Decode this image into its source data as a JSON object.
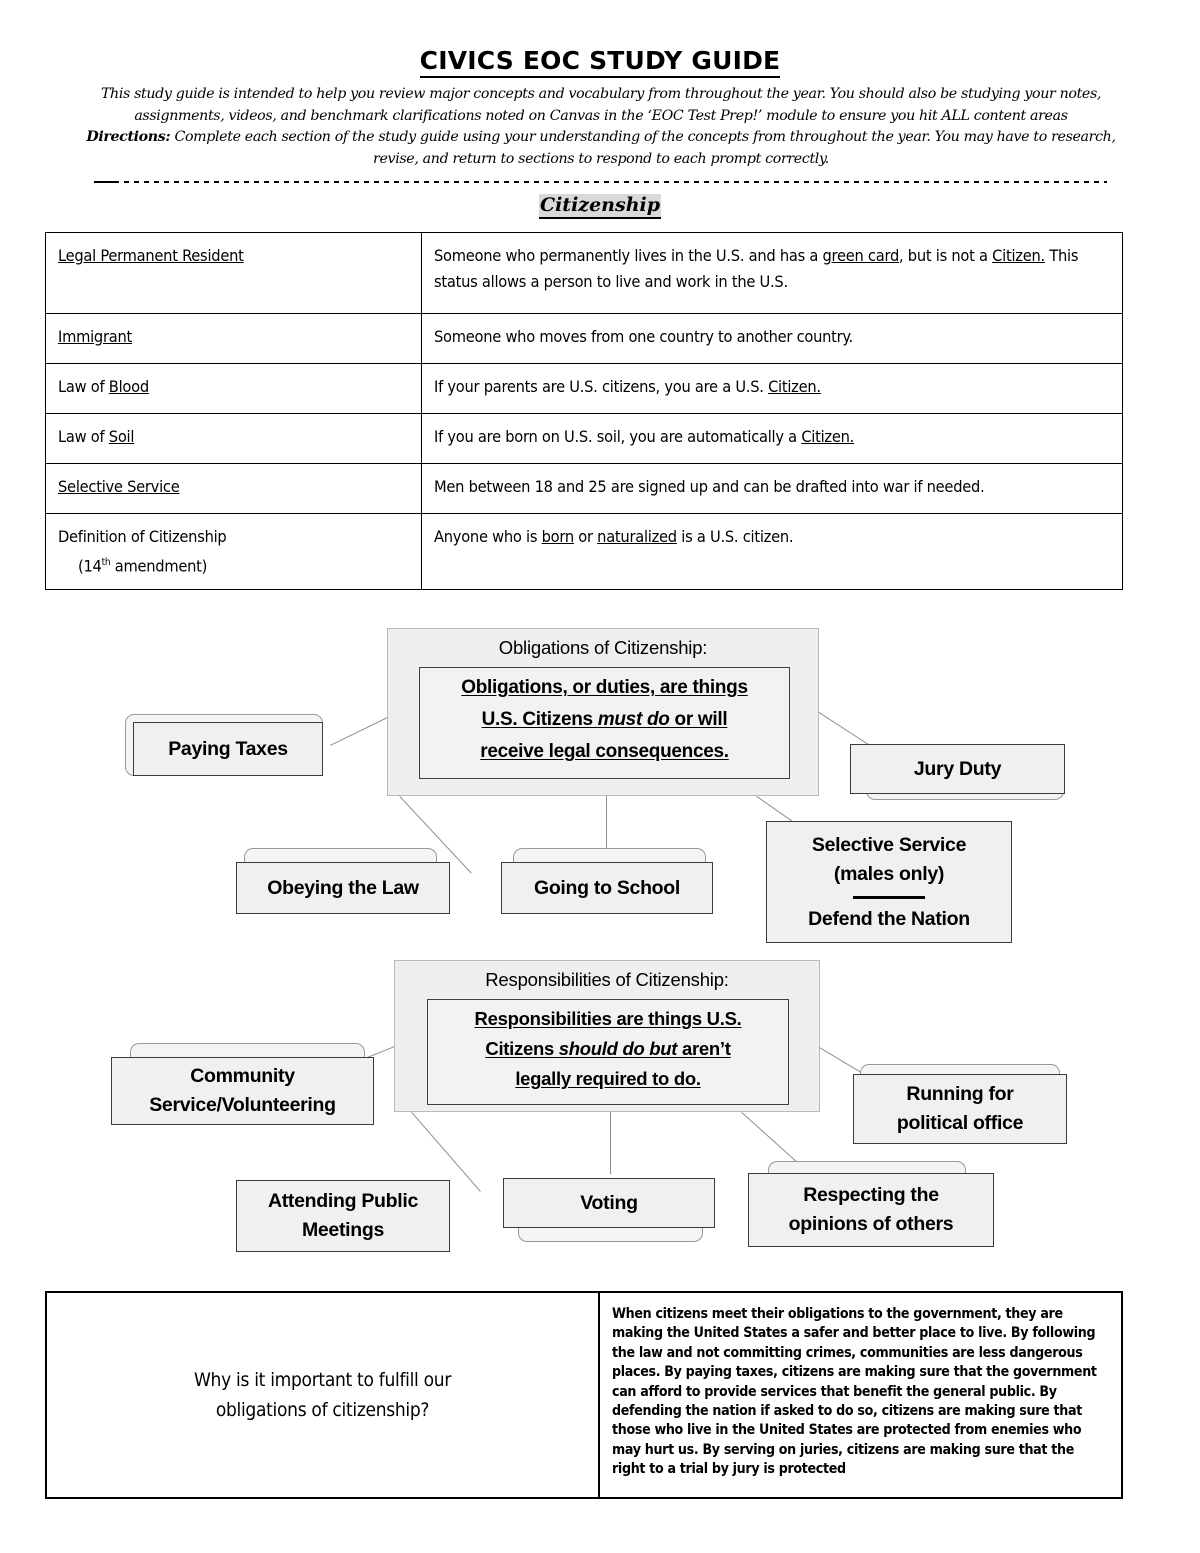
{
  "document": {
    "title": "CIVICS EOC STUDY GUIDE",
    "intro_line1": "This study guide is intended to help you review major concepts and vocabulary from throughout the year. You should also be studying your notes,",
    "intro_line2": "assignments, videos, and benchmark clarifications noted on Canvas in the ‘EOC Test Prep!’ module to ensure you hit ALL content areas",
    "directions_label": "Directions:",
    "directions_text": " Complete each section of the study guide using your understanding of the concepts from throughout the year. You may have to research,",
    "directions_line2": "revise, and return to sections to respond to each prompt correctly.",
    "section_heading": "Citizenship"
  },
  "vocab_table": {
    "rows": [
      {
        "term": "Legal Permanent Resident",
        "term_underline": true,
        "definition_parts": [
          {
            "t": "Someone who permanently lives in the U.S. and has a ",
            "u": false
          },
          {
            "t": "green card",
            "u": true
          },
          {
            "t": ", but is not a ",
            "u": false
          },
          {
            "t": "Citizen.",
            "u": true
          },
          {
            "t": " This status allows a person to live and work in the U.S.",
            "u": false
          }
        ]
      },
      {
        "term": "Immigrant",
        "term_underline": true,
        "definition_parts": [
          {
            "t": "Someone who moves from one country to another country.",
            "u": false
          }
        ]
      },
      {
        "term_prefix": "Law of ",
        "term_underlined_word": "Blood",
        "definition_parts": [
          {
            "t": "If your parents are U.S. citizens, you are a U.S. ",
            "u": false
          },
          {
            "t": "Citizen.",
            "u": true
          }
        ]
      },
      {
        "term_prefix": "Law of ",
        "term_underlined_word": "Soil",
        "definition_parts": [
          {
            "t": "If you are born on U.S. soil, you are automatically a ",
            "u": false
          },
          {
            "t": "Citizen.",
            "u": true
          }
        ]
      },
      {
        "term": "Selective Service",
        "term_underline": true,
        "definition_parts": [
          {
            "t": "Men between 18 and 25 are signed up and can be drafted into war if needed.",
            "u": false
          }
        ]
      },
      {
        "term_line1": "Definition of Citizenship",
        "term_line2": "(14th amendment)",
        "definition_parts": [
          {
            "t": "Anyone who is ",
            "u": false
          },
          {
            "t": "born",
            "u": true
          },
          {
            "t": " or ",
            "u": false
          },
          {
            "t": "naturalized",
            "u": true
          },
          {
            "t": " is a U.S. citizen.",
            "u": false
          }
        ]
      }
    ]
  },
  "diagram_obligations": {
    "panel_title": "Obligations of Citizenship:",
    "center_line1_a": "Obligations, or duties, are things",
    "center_line2_a": "U.S. Citizens ",
    "center_line2_em": "must do",
    "center_line2_b": " or will",
    "center_line3": "receive legal consequences.",
    "nodes": [
      {
        "id": "paying-taxes",
        "label": "Paying Taxes"
      },
      {
        "id": "jury-duty",
        "label": "Jury Duty"
      },
      {
        "id": "obeying-the-law",
        "label": "Obeying the Law"
      },
      {
        "id": "going-to-school",
        "label": "Going to School"
      },
      {
        "id": "selective-service",
        "label_line1": "Selective Service",
        "label_line2": "(males only)",
        "label_line3": "Defend the Nation"
      }
    ]
  },
  "diagram_responsibilities": {
    "panel_title": "Responsibilities of Citizenship:",
    "center_line1": "Responsibilities are things U.S.",
    "center_line2_a": "Citizens ",
    "center_line2_em": "should do but",
    "center_line2_b": " aren’t",
    "center_line3": "legally required to do.",
    "nodes": [
      {
        "id": "community-service",
        "label_line1": "Community",
        "label_line2": "Service/Volunteering"
      },
      {
        "id": "running-for-office",
        "label_line1": "Running for",
        "label_line2": "political office"
      },
      {
        "id": "attending-public-meetings",
        "label_line1": "Attending Public",
        "label_line2": "Meetings"
      },
      {
        "id": "voting",
        "label": "Voting"
      },
      {
        "id": "respecting-opinions",
        "label_line1": "Respecting the",
        "label_line2": "opinions of others"
      }
    ]
  },
  "reflection": {
    "question_line1": "Why is it important to fulfill our",
    "question_line2": "obligations of citizenship?",
    "answer": "When citizens meet their obligations to the government, they are making the United States a safer and better place to live. By following the law and not committing crimes, communities are less dangerous places. By paying taxes, citizens are making sure that the government can afford to provide services that benefit the general public. By defending the nation if asked to do so, citizens are making sure that those who live in the United States are protected from enemies who may hurt us. By serving on juries, citizens are making sure that the right to a trial by jury is protected"
  }
}
